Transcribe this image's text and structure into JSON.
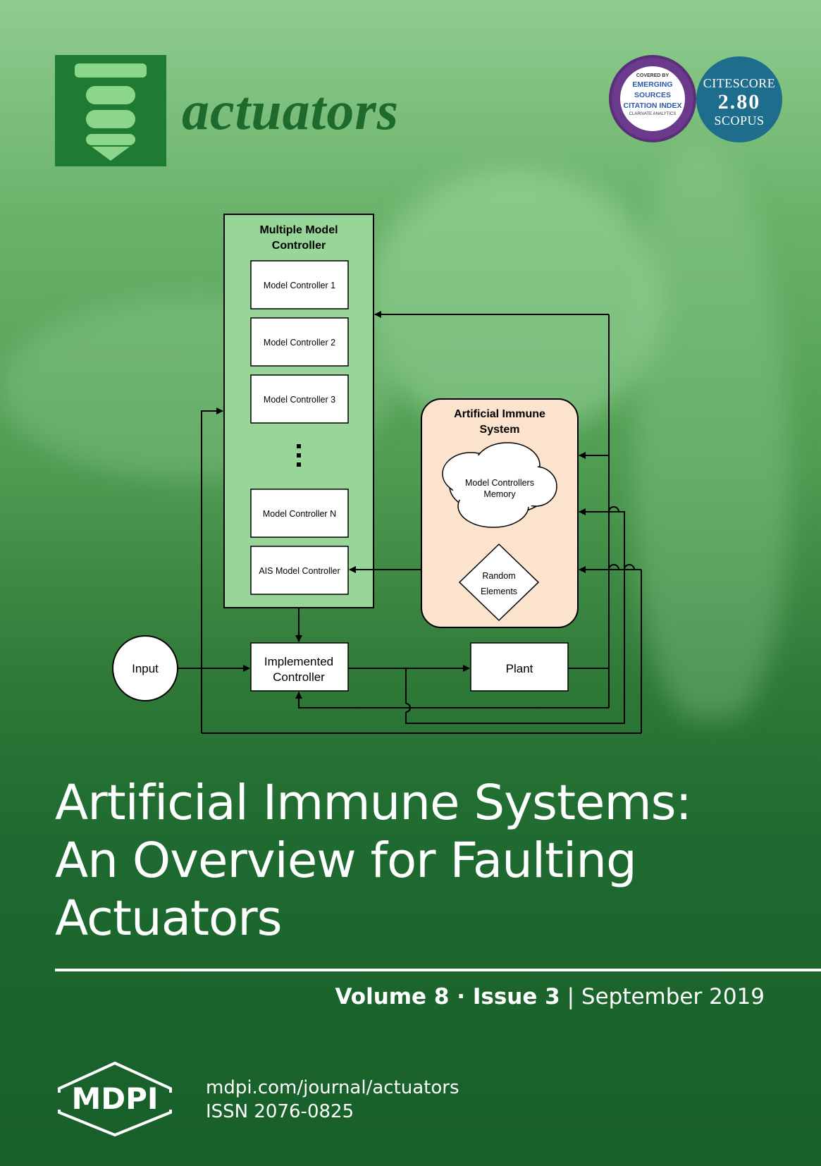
{
  "journal": {
    "name": "actuators"
  },
  "badges": {
    "esci": {
      "top": "COVERED BY",
      "lines": [
        "EMERGING",
        "SOURCES",
        "CITATION INDEX"
      ],
      "bottom": "CLARIVATE ANALYTICS"
    },
    "citescore": {
      "label": "CITESCORE",
      "value": "2.80",
      "source": "SCOPUS"
    }
  },
  "diagram": {
    "mmc_title": [
      "Multiple Model",
      "Controller"
    ],
    "controllers": [
      "Model Controller 1",
      "Model Controller 2",
      "Model Controller 3",
      "Model Controller N",
      "AIS Model Controller"
    ],
    "ais_title": [
      "Artificial Immune",
      "System"
    ],
    "memory": [
      "Model Controllers",
      "Memory"
    ],
    "random": [
      "Random",
      "Elements"
    ],
    "input": "Input",
    "implemented": [
      "Implemented",
      "Controller"
    ],
    "plant": "Plant"
  },
  "article": {
    "title_lines": [
      "Artificial Immune Systems:",
      "An Overview for Faulting",
      "Actuators"
    ]
  },
  "issue": {
    "volume": "Volume 8",
    "issue": "Issue 3",
    "date": "September 2019"
  },
  "footer": {
    "publisher": "MDPI",
    "url": "mdpi.com/journal/actuators",
    "issn": "ISSN 2076-0825"
  },
  "colors": {
    "accent_green": "#1d6a2c",
    "panel_green": "#98d598",
    "ais_fill": "#fbe3cd",
    "esci_purple": "#6b3a8c",
    "citescore_blue": "#1f6d8c"
  }
}
